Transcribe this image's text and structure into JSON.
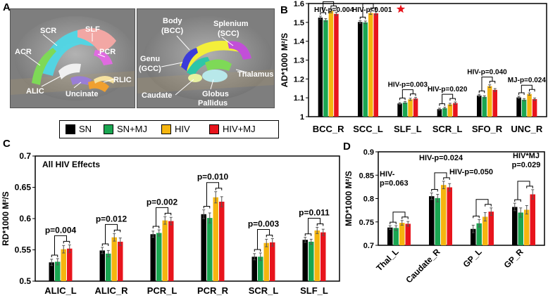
{
  "panels": {
    "a": {
      "letter": "A"
    },
    "b": {
      "letter": "B"
    },
    "c": {
      "letter": "C"
    },
    "d": {
      "letter": "D"
    }
  },
  "brain_left": {
    "labels": [
      "SCR",
      "SLF",
      "ACR",
      "PCR",
      "ALIC",
      "RLIC",
      "Uncinate"
    ]
  },
  "brain_right": {
    "labels": [
      "Body",
      "(BCC)",
      "Splenium",
      "(SCC)",
      "Genu",
      "(GCC)",
      "Thalamus",
      "Caudate",
      "Globus",
      "Pallidus"
    ]
  },
  "legend": [
    {
      "name": "SN",
      "color": "#000000"
    },
    {
      "name": "SN+MJ",
      "color": "#1aa651"
    },
    {
      "name": "HIV",
      "color": "#f5b50f"
    },
    {
      "name": "HIV+MJ",
      "color": "#e8141c"
    }
  ],
  "colors": [
    "#000000",
    "#1aa651",
    "#f5b50f",
    "#e8141c"
  ],
  "star_color": "#e8141c",
  "chart_data": [
    {
      "type": "bar",
      "ylabel": "AD*1000 M²/S",
      "ylim": [
        1.0,
        1.6
      ],
      "yticks": [
        1,
        1.1,
        1.2,
        1.3,
        1.4,
        1.5,
        1.6
      ],
      "categories": [
        "BCC_R",
        "SCC_L",
        "SLF_L",
        "SCR_L",
        "SFO_R",
        "UNC_R"
      ],
      "series": [
        {
          "name": "SN",
          "values": [
            1.525,
            1.502,
            1.07,
            1.04,
            1.112,
            1.102
          ]
        },
        {
          "name": "SN+MJ",
          "values": [
            1.512,
            1.5,
            1.075,
            1.045,
            1.105,
            1.09
          ]
        },
        {
          "name": "HIV",
          "values": [
            1.56,
            1.55,
            1.092,
            1.065,
            1.162,
            1.12
          ]
        },
        {
          "name": "HIV+MJ",
          "values": [
            1.545,
            1.548,
            1.096,
            1.072,
            1.142,
            1.093
          ]
        }
      ],
      "errors": [
        [
          0.008,
          0.007,
          0.005,
          0.005,
          0.006,
          0.006
        ],
        [
          0.008,
          0.007,
          0.005,
          0.005,
          0.006,
          0.006
        ],
        [
          0.009,
          0.008,
          0.006,
          0.006,
          0.007,
          0.006
        ],
        [
          0.008,
          0.008,
          0.006,
          0.006,
          0.007,
          0.006
        ]
      ],
      "annotations": [
        {
          "text": "HIV-p=0.004",
          "category": 0
        },
        {
          "text": "HIV-p<0.001",
          "category": 1
        },
        {
          "text": "HIV-p=0.003",
          "category": 2
        },
        {
          "text": "HIV-p=0.020",
          "category": 3
        },
        {
          "text": "HIV-p=0.040",
          "category": 4
        },
        {
          "text": "MJ-p=0.024",
          "category": 5
        }
      ]
    },
    {
      "type": "bar",
      "title": "All HIV Effects",
      "ylabel": "RD*1000 M²/S",
      "ylim": [
        0.5,
        0.7
      ],
      "yticks": [
        0.5,
        0.55,
        0.6,
        0.65,
        0.7
      ],
      "categories": [
        "ALIC_L",
        "ALIC_R",
        "PCR_L",
        "PCR_R",
        "SCR_L",
        "SLF_L"
      ],
      "series": [
        {
          "name": "SN",
          "values": [
            0.53,
            0.549,
            0.575,
            0.607,
            0.539,
            0.566
          ]
        },
        {
          "name": "SN+MJ",
          "values": [
            0.531,
            0.544,
            0.577,
            0.601,
            0.539,
            0.563
          ]
        },
        {
          "name": "HIV",
          "values": [
            0.551,
            0.57,
            0.597,
            0.634,
            0.561,
            0.581
          ]
        },
        {
          "name": "HIV+MJ",
          "values": [
            0.552,
            0.563,
            0.596,
            0.627,
            0.562,
            0.578
          ]
        }
      ],
      "errors": [
        [
          0.005,
          0.005,
          0.005,
          0.007,
          0.005,
          0.004
        ],
        [
          0.005,
          0.005,
          0.005,
          0.008,
          0.006,
          0.004
        ],
        [
          0.006,
          0.006,
          0.006,
          0.009,
          0.006,
          0.005
        ],
        [
          0.006,
          0.006,
          0.006,
          0.008,
          0.006,
          0.005
        ]
      ],
      "annotations": [
        {
          "text": "p=0.004",
          "category": 0
        },
        {
          "text": "p=0.012",
          "category": 1
        },
        {
          "text": "p=0.002",
          "category": 2
        },
        {
          "text": "p=0.010",
          "category": 3
        },
        {
          "text": "p=0.003",
          "category": 4
        },
        {
          "text": "p=0.011",
          "category": 5
        }
      ]
    },
    {
      "type": "bar",
      "ylabel": "MD*1000 M²/S",
      "ylim": [
        0.7,
        0.9
      ],
      "yticks": [
        0.7,
        0.75,
        0.8,
        0.85,
        0.9
      ],
      "categories": [
        "Thal_L",
        "Caudate_R",
        "GP_L",
        "GP_R"
      ],
      "series": [
        {
          "name": "SN",
          "values": [
            0.738,
            0.805,
            0.735,
            0.782
          ]
        },
        {
          "name": "SN+MJ",
          "values": [
            0.737,
            0.801,
            0.747,
            0.77
          ]
        },
        {
          "name": "HIV",
          "values": [
            0.748,
            0.829,
            0.761,
            0.776
          ]
        },
        {
          "name": "HIV+MJ",
          "values": [
            0.746,
            0.824,
            0.772,
            0.809
          ]
        }
      ],
      "errors": [
        [
          0.004,
          0.007,
          0.008,
          0.008
        ],
        [
          0.005,
          0.008,
          0.008,
          0.01
        ],
        [
          0.005,
          0.008,
          0.009,
          0.009
        ],
        [
          0.005,
          0.008,
          0.008,
          0.01
        ]
      ],
      "annotations": [
        {
          "text": "HIV-",
          "category": 0
        },
        {
          "text": "p=0.063",
          "category": 0
        },
        {
          "text": "HIV-p=0.024",
          "category": 1
        },
        {
          "text": "HIV-p=0.050",
          "category": 2
        },
        {
          "text": "HIV*MJ",
          "category": 3
        },
        {
          "text": "p=0.029",
          "category": 3
        }
      ]
    }
  ]
}
